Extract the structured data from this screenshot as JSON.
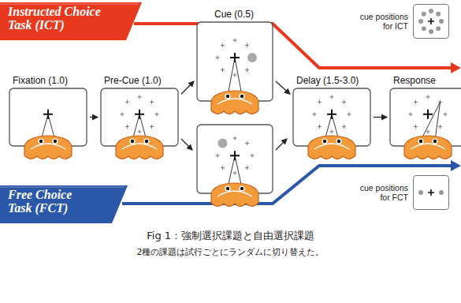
{
  "diagram": {
    "caption": "Fig 1 : 強制選択課題と自由選択課題",
    "nodes": [
      {
        "text": [
          "Instructed Choice Task (ICT)"
        ]
      },
      {
        "text": [
          "Cue (0.5)"
        ]
      },
      {
        "text": [
          "cue positions for ICT"
        ]
      },
      {
        "text": [
          "Fixation (1.0)"
        ]
      },
      {
        "text": [
          "Pre-Cue (1.0)"
        ]
      },
      {
        "text": [
          "Delay (1.5-3.0)"
        ]
      },
      {
        "text": [
          "Response"
        ]
      },
      {
        "text": [
          "Free Choice Task (FCT)"
        ]
      },
      {
        "text": [
          "cue positions for FCT"
        ]
      }
    ],
    "edges": [
      {
        "from": 3,
        "to": 4,
        "arrow": "to"
      },
      {
        "from": 4,
        "to": 1,
        "arrow": "to"
      },
      {
        "from": 1,
        "to": 5,
        "arrow": "to"
      },
      {
        "from": 5,
        "to": 6,
        "arrow": "to"
      }
    ],
    "labels": [
      "2種の課題は試行ごとにランダムに切り替えた。"
    ]
  }
}
